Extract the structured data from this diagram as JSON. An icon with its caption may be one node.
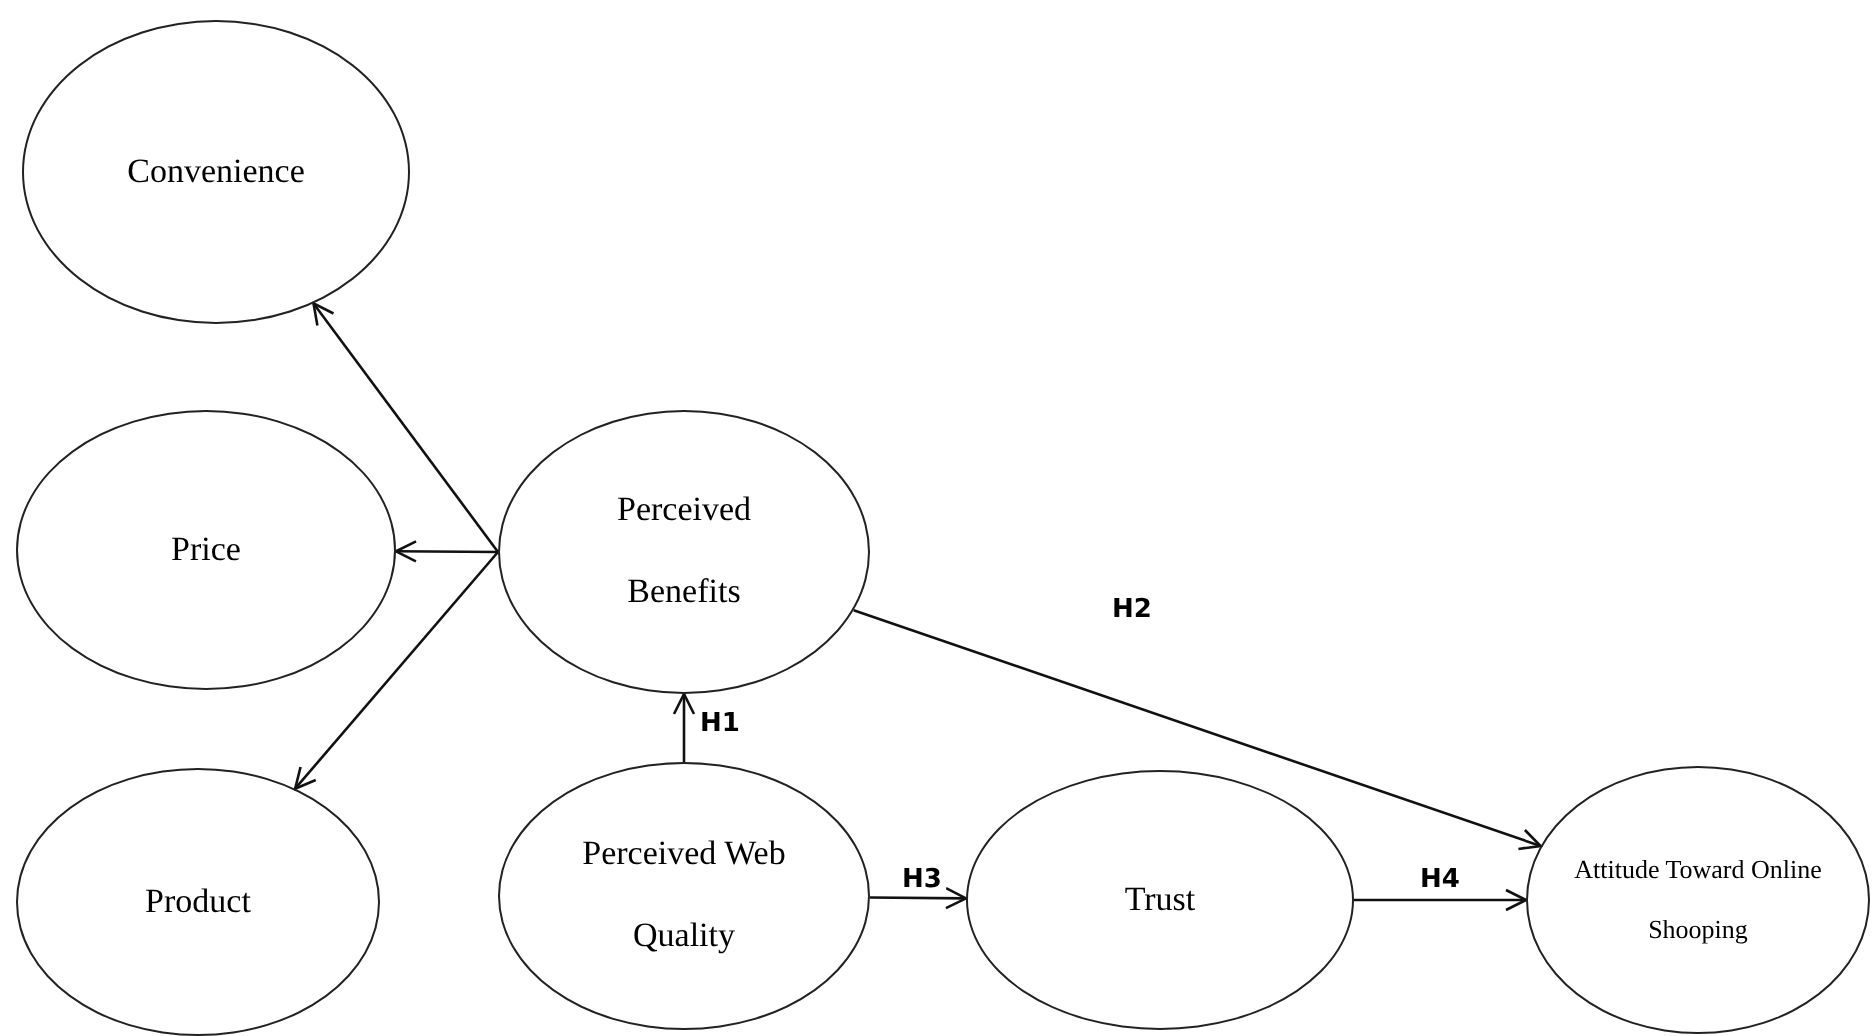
{
  "diagram": {
    "nodes": [
      {
        "text": [
          "Convenience"
        ]
      },
      {
        "text": [
          "Price"
        ]
      },
      {
        "text": [
          "Product"
        ]
      },
      {
        "text": [
          "Perceived Benefits"
        ]
      },
      {
        "text": [
          "Perceived Web Quality"
        ]
      },
      {
        "text": [
          "Trust"
        ]
      },
      {
        "text": [
          "Attitude Toward Online Shooping"
        ]
      }
    ],
    "edges": [
      {
        "from": 3,
        "to": 0,
        "arrow": "to"
      },
      {
        "from": 3,
        "to": 1,
        "arrow": "to"
      },
      {
        "from": 3,
        "to": 2,
        "arrow": "to"
      },
      {
        "from": 4,
        "to": 3,
        "arrow": "to",
        "label": "H1"
      },
      {
        "from": 3,
        "to": 6,
        "arrow": "to",
        "label": "H2"
      },
      {
        "from": 4,
        "to": 5,
        "arrow": "to",
        "label": "H3"
      },
      {
        "from": 5,
        "to": 6,
        "arrow": "to",
        "label": "H4"
      }
    ]
  }
}
